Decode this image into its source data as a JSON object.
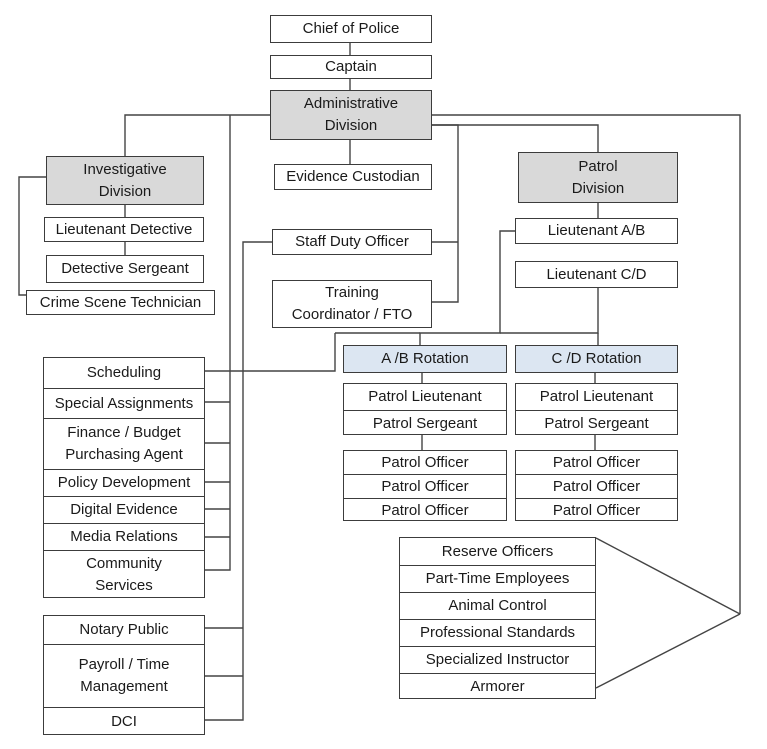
{
  "chief": "Chief of Police",
  "captain": "Captain",
  "admin": [
    "Administrative",
    "Division"
  ],
  "evidence": "Evidence Custodian",
  "investigative": {
    "title": [
      "Investigative",
      "Division"
    ],
    "lieutenant": "Lieutenant Detective",
    "sergeant": "Detective Sergeant",
    "technician": "Crime Scene Technician"
  },
  "patrol": {
    "title": [
      "Patrol",
      "Division"
    ],
    "lt_ab": "Lieutenant A/B",
    "lt_cd": "Lieutenant C/D"
  },
  "staff_duty": "Staff Duty Officer",
  "training": [
    "Training",
    "Coordinator / FTO"
  ],
  "rotation_ab": {
    "header": "A /B Rotation",
    "leads": [
      "Patrol Lieutenant",
      "Patrol Sergeant"
    ],
    "officers": [
      "Patrol Officer",
      "Patrol Officer",
      "Patrol Officer"
    ]
  },
  "rotation_cd": {
    "header": "C /D Rotation",
    "leads": [
      "Patrol Lieutenant",
      "Patrol Sergeant"
    ],
    "officers": [
      "Patrol Officer",
      "Patrol Officer",
      "Patrol Officer"
    ]
  },
  "admin_functions": [
    [
      "Scheduling"
    ],
    [
      "Special Assignments"
    ],
    [
      "Finance / Budget",
      "Purchasing Agent"
    ],
    [
      "Policy Development"
    ],
    [
      "Digital Evidence"
    ],
    [
      "Media Relations"
    ],
    [
      "Community",
      "Services"
    ]
  ],
  "admin_misc": [
    [
      "Notary Public"
    ],
    [
      "Payroll / Time",
      "Management"
    ],
    [
      "DCI"
    ]
  ],
  "chief_direct": [
    "Reserve Officers",
    "Part-Time Employees",
    "Animal Control",
    "Professional Standards",
    "Specialized Instructor",
    "Armorer"
  ]
}
